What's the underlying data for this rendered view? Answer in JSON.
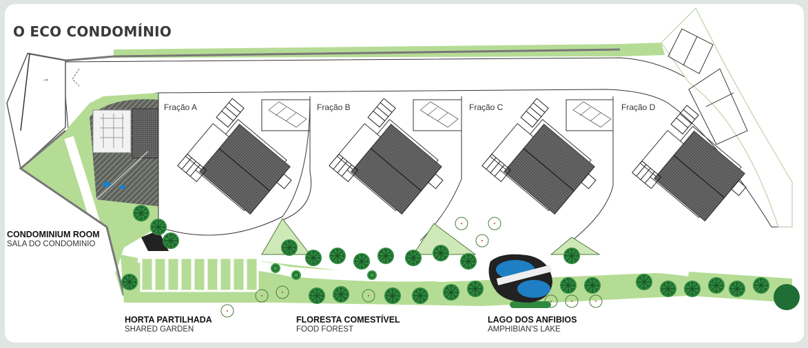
{
  "title": "O ECO CONDOMÍNIO",
  "units": [
    {
      "label": "Fração A"
    },
    {
      "label": "Fração B"
    },
    {
      "label": "Fração C"
    },
    {
      "label": "Fração D"
    }
  ],
  "zones": [
    {
      "name": "CONDOMINIUM ROOM",
      "subtitle": "SALA DO CONDOMINIO"
    },
    {
      "name": "HORTA PARTILHADA",
      "subtitle": "SHARED GARDEN"
    },
    {
      "name": "FLORESTA COMESTÍVEL",
      "subtitle": "FOOD FOREST"
    },
    {
      "name": "LAGO DOS ANFIBIOS",
      "subtitle": "AMPHIBIAN'S LAKE"
    }
  ],
  "colors": {
    "background": "#dfe5e1",
    "light_green": "#b5dc95",
    "dark_green": "#1f6e35",
    "roof_gray": "#5a5a5a",
    "water_blue": "#1e7fc4"
  }
}
